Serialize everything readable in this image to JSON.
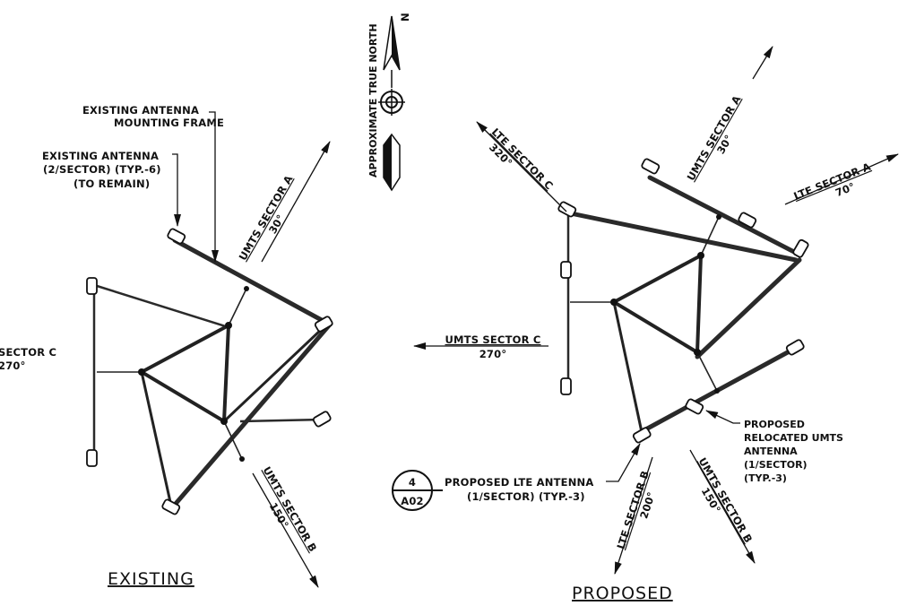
{
  "north": {
    "letter": "N",
    "label": "APPROXIMATE TRUE NORTH"
  },
  "existing": {
    "title": "EXISTING",
    "callouts": [
      {
        "id": "frame",
        "lines": [
          "EXISTING ANTENNA",
          "MOUNTING FRAME"
        ]
      },
      {
        "id": "antenna",
        "lines": [
          "EXISTING ANTENNA",
          "(2/SECTOR) (TYP.-6)",
          "(TO REMAIN)"
        ]
      }
    ],
    "sectors": [
      {
        "name": "UMTS SECTOR A",
        "azimuth": "30°"
      },
      {
        "name": "UMTS SECTOR B",
        "azimuth": "150°"
      },
      {
        "name": "SECTOR C",
        "azimuth": "270°"
      }
    ]
  },
  "proposed": {
    "title": "PROPOSED",
    "callouts": [
      {
        "id": "lte",
        "lines": [
          "PROPOSED LTE ANTENNA",
          "(1/SECTOR) (TYP.-3)"
        ]
      },
      {
        "id": "umts",
        "lines": [
          "PROPOSED",
          "RELOCATED UMTS",
          "ANTENNA",
          "(1/SECTOR)",
          "(TYP.-3)"
        ]
      }
    ],
    "sectors": [
      {
        "name": "UMTS SECTOR A",
        "azimuth": "30°"
      },
      {
        "name": "LTE SECTOR A",
        "azimuth": "70°"
      },
      {
        "name": "LTE SECTOR C",
        "azimuth": "320°"
      },
      {
        "name": "UMTS SECTOR C",
        "azimuth": "270°"
      },
      {
        "name": "LTE SECTOR B",
        "azimuth": "200°"
      },
      {
        "name": "UMTS SECTOR B",
        "azimuth": "150°"
      }
    ]
  },
  "detail_tag": {
    "number": "4",
    "sheet": "A02"
  }
}
